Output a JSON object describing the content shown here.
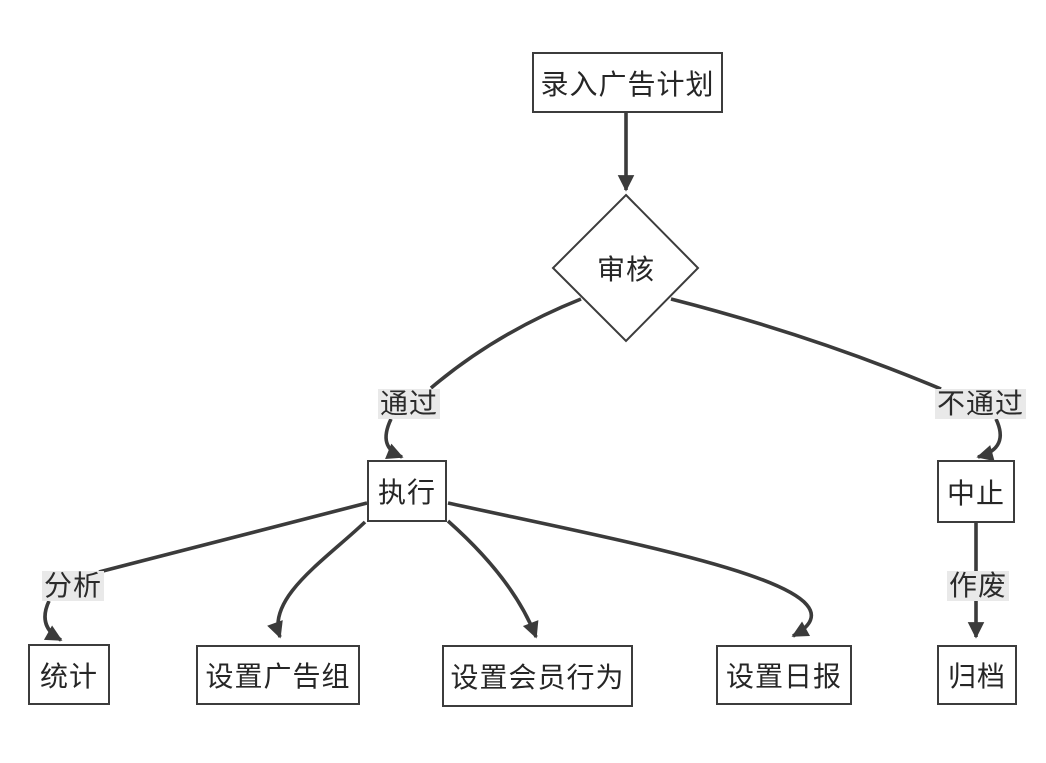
{
  "diagram": {
    "type": "flowchart",
    "colors": {
      "background": "#ffffff",
      "line": "#3b3b3b",
      "node_border": "#3c3c3c",
      "node_fill": "#ffffff",
      "edge_label_bg": "#e9e9e9",
      "text": "#262626"
    },
    "nodes": {
      "input": {
        "label": "录入广告计划",
        "shape": "rect"
      },
      "review": {
        "label": "审核",
        "shape": "diamond"
      },
      "execute": {
        "label": "执行",
        "shape": "rect"
      },
      "abort": {
        "label": "中止",
        "shape": "rect"
      },
      "stats": {
        "label": "统计",
        "shape": "rect"
      },
      "adgroup": {
        "label": "设置广告组",
        "shape": "rect"
      },
      "member": {
        "label": "设置会员行为",
        "shape": "rect"
      },
      "daily": {
        "label": "设置日报",
        "shape": "rect"
      },
      "archive": {
        "label": "归档",
        "shape": "rect"
      }
    },
    "edge_labels": {
      "pass": "通过",
      "fail": "不通过",
      "analyze": "分析",
      "void": "作废"
    },
    "edges": [
      {
        "from": "input",
        "to": "review",
        "label": ""
      },
      {
        "from": "review",
        "to": "execute",
        "label": "通过"
      },
      {
        "from": "review",
        "to": "abort",
        "label": "不通过"
      },
      {
        "from": "execute",
        "to": "stats",
        "label": "分析"
      },
      {
        "from": "execute",
        "to": "adgroup",
        "label": ""
      },
      {
        "from": "execute",
        "to": "member",
        "label": ""
      },
      {
        "from": "execute",
        "to": "daily",
        "label": ""
      },
      {
        "from": "abort",
        "to": "archive",
        "label": "作废"
      }
    ]
  }
}
